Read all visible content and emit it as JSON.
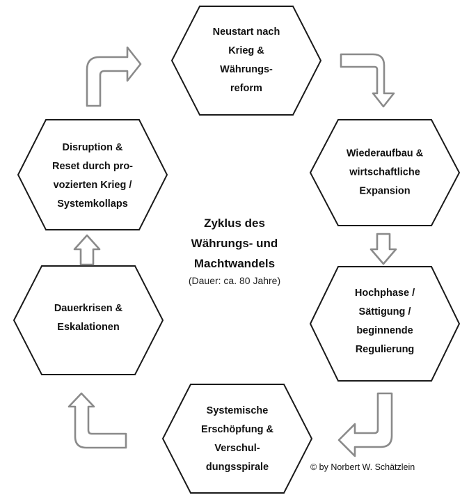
{
  "nodes": [
    {
      "lines": [
        "Neustart nach",
        "Krieg &",
        "Währungs-",
        "reform"
      ]
    },
    {
      "lines": [
        "Wiederaufbau &",
        "wirtschaftliche",
        "Expansion"
      ]
    },
    {
      "lines": [
        "Hochphase /",
        "Sättigung /",
        "beginnende",
        "Regulierung"
      ]
    },
    {
      "lines": [
        "Systemische",
        "Erschöpfung &",
        "Verschul-",
        "dungsspirale"
      ]
    },
    {
      "lines": [
        "Dauerkrisen &",
        "Eskalationen"
      ]
    },
    {
      "lines": [
        "Disruption &",
        "Reset durch pro-",
        "vozierten Krieg /",
        "Systemkollaps"
      ]
    }
  ],
  "center": {
    "title_lines": [
      "Zyklus des",
      "Währungs- und",
      "Machtwandels"
    ],
    "subtitle": "(Dauer: ca. 80 Jahre)"
  },
  "credit": "© by Norbert W. Schätzlein",
  "colors": {
    "hex_stroke": "#1a1a1a",
    "arrow_stroke": "#8a8a8a"
  }
}
